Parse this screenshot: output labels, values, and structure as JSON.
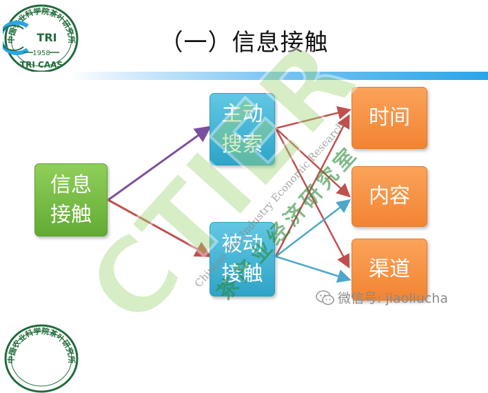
{
  "header": {
    "title": "（一）信息接触",
    "logo": {
      "top_text": "中国农业科学院茶叶研究所",
      "center_text": "TRI",
      "year": "1958",
      "bottom_text": "TRI CAAS"
    }
  },
  "diagram": {
    "source": {
      "line1": "信息",
      "line2": "接触"
    },
    "active": {
      "line1": "主动",
      "line2": "搜索"
    },
    "passive": {
      "line1": "被动",
      "line2": "接触"
    },
    "time": {
      "label": "时间"
    },
    "content": {
      "label": "内容"
    },
    "channel": {
      "label": "渠道"
    }
  },
  "watermark": {
    "big": "CTIER",
    "english": "Chinese Tea Industry Economic Research",
    "chinese": "茶产业经济研究室"
  },
  "wechat": {
    "label": "微信号: jiaoliucha"
  },
  "colors": {
    "green": "#6db53d",
    "blue": "#3db0d3",
    "orange": "#f58b3c",
    "arrow_purple": "#7a4f9f",
    "arrow_red": "#c0504d",
    "arrow_teal": "#4aa7c9"
  }
}
